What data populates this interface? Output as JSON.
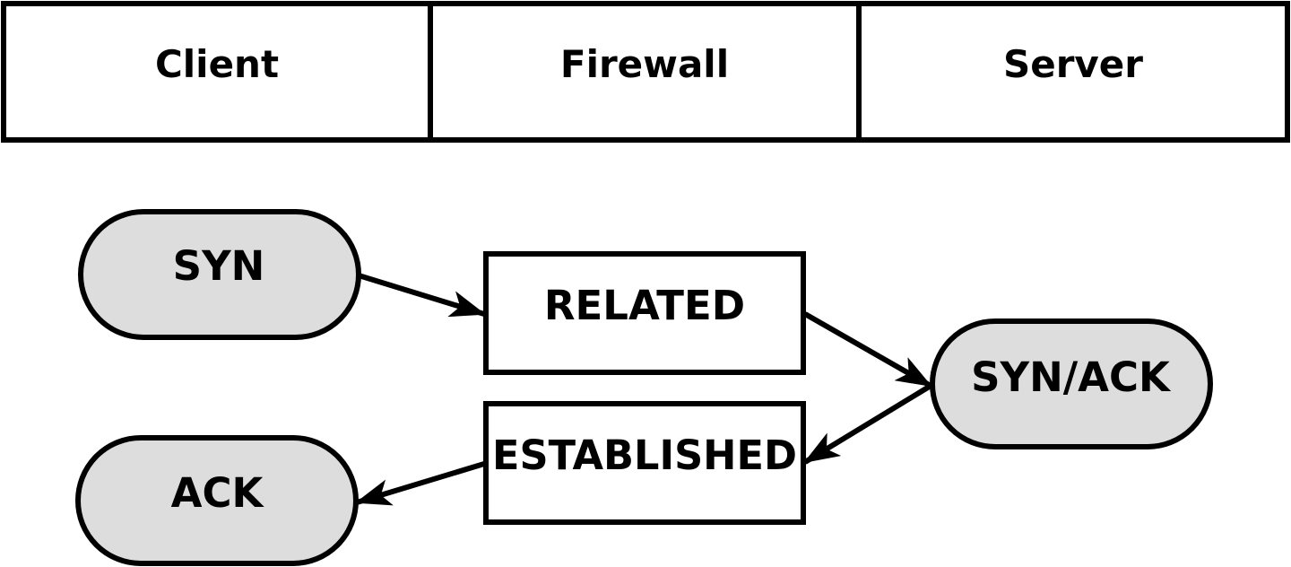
{
  "header": {
    "columns": [
      {
        "label": "Client"
      },
      {
        "label": "Firewall"
      },
      {
        "label": "Server"
      }
    ]
  },
  "nodes": {
    "syn": {
      "label": "SYN",
      "shape": "rounded",
      "fill": "#dddddd"
    },
    "related": {
      "label": "RELATED",
      "shape": "rect",
      "fill": "#ffffff"
    },
    "synack": {
      "label": "SYN/ACK",
      "shape": "rounded",
      "fill": "#dddddd"
    },
    "established": {
      "label": "ESTABLISHED",
      "shape": "rect",
      "fill": "#ffffff"
    },
    "ack": {
      "label": "ACK",
      "shape": "rounded",
      "fill": "#dddddd"
    }
  },
  "edges": [
    {
      "from": "SYN",
      "to": "RELATED"
    },
    {
      "from": "RELATED",
      "to": "SYN/ACK"
    },
    {
      "from": "SYN/ACK",
      "to": "ESTABLISHED"
    },
    {
      "from": "ESTABLISHED",
      "to": "ACK"
    }
  ],
  "colors": {
    "stroke": "#000000",
    "state_fill": "#dddddd",
    "background": "#ffffff"
  }
}
